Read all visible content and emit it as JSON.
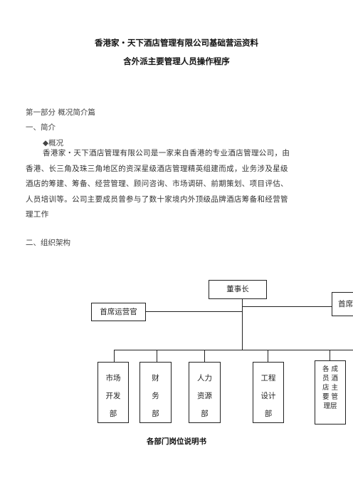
{
  "title_line1": "香港家・天下酒店管理有限公司基础营运资料",
  "title_line2": "含外派主要管理人员操作程序",
  "part_heading": "第一部分   概况简介篇",
  "section1": "一、简介",
  "bullet_heading": "◆概况",
  "paragraph_lines": [
    "香港家・天下酒店管理有限公司是一家来自香港的专业酒店管理公司，由",
    "香港、长三角及珠三角地区的资深星级酒店管理精英组建而成，业务涉及星级",
    "酒店的筹建、筹备、经营管理、顾问咨询、市场调研、前期策划、项目评估、",
    "人员培训等。公司主要成员曾参与了数十家境内外顶级品牌酒店筹备和经营管",
    "理工作"
  ],
  "section2": "二、组织架构",
  "org": {
    "chairman": "董事长",
    "coo": "首席运营官",
    "right_partial": "首席",
    "departments": [
      {
        "chars": [
          "市场",
          "开发",
          "部"
        ]
      },
      {
        "chars": [
          "财",
          "务",
          "部"
        ]
      },
      {
        "chars": [
          "人力",
          "资源",
          "部"
        ]
      },
      {
        "chars": [
          "工程",
          "设计",
          "部"
        ]
      }
    ],
    "last_dept": [
      "各 成",
      "员 酒",
      "店 主",
      "要 管",
      "理层"
    ]
  },
  "caption": "各部门岗位说明书"
}
